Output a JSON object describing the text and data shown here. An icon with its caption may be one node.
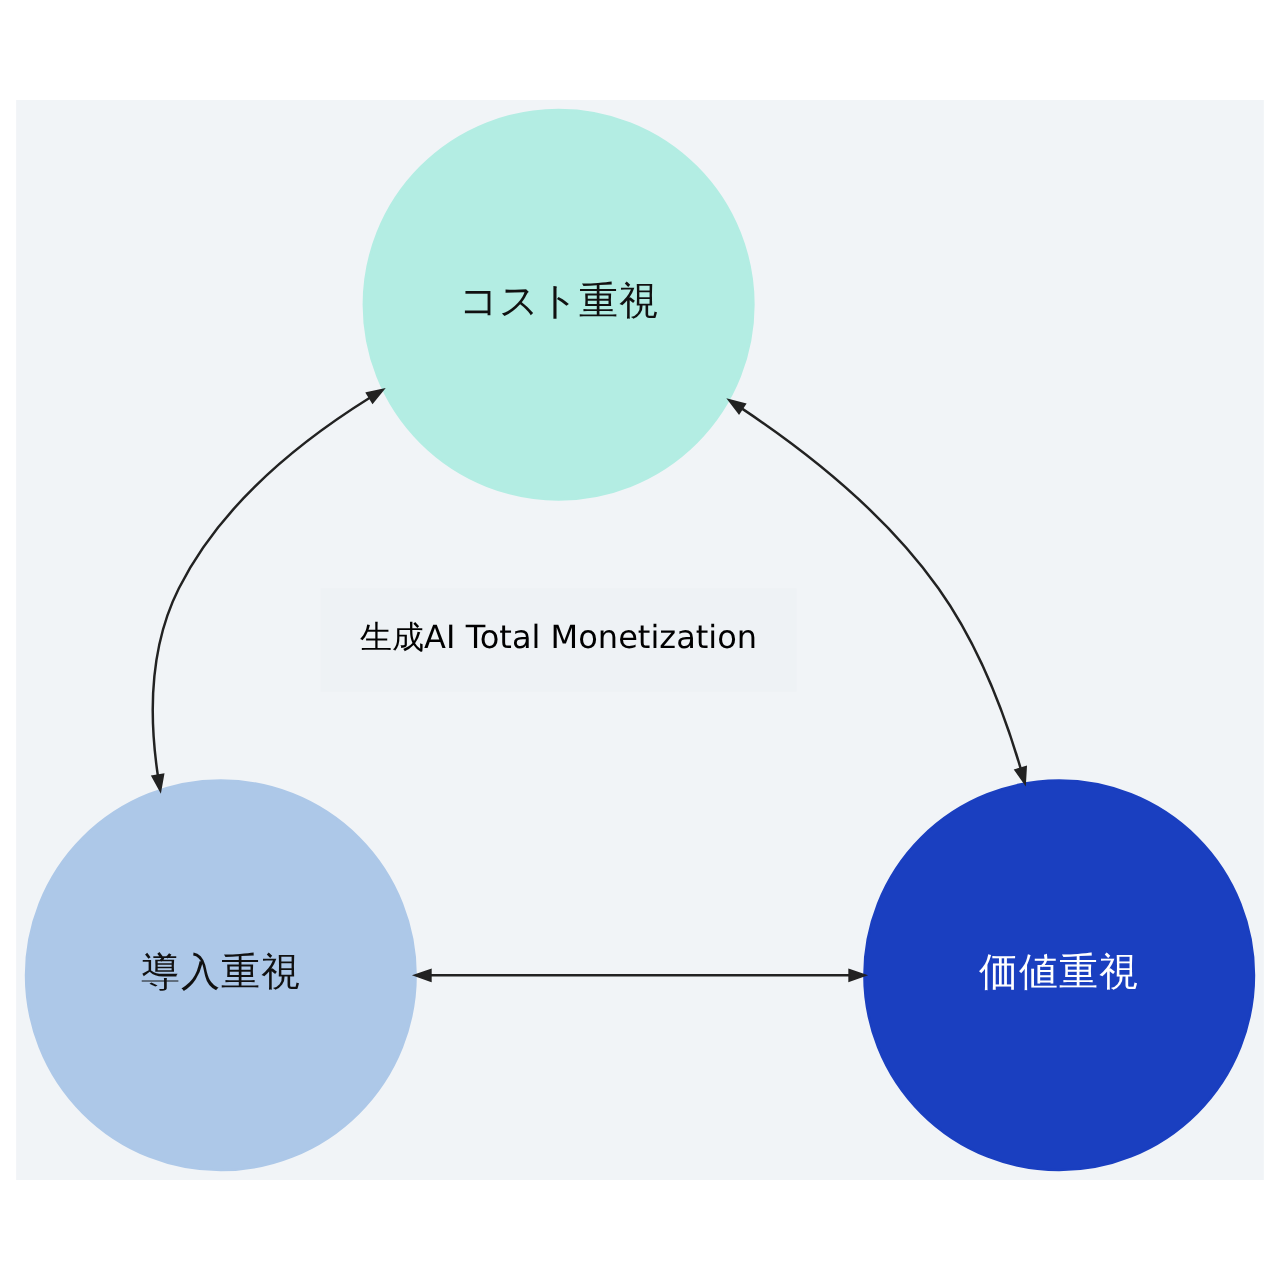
{
  "diagram": {
    "nodes": [
      {
        "text": [
          "コスト重視"
        ]
      },
      {
        "text": [
          "導入重視"
        ]
      },
      {
        "text": [
          "価値重視"
        ]
      }
    ],
    "edges": [
      {
        "from": 0,
        "to": 1,
        "arrow": "both"
      },
      {
        "from": 0,
        "to": 2,
        "arrow": "both"
      },
      {
        "from": 1,
        "to": 2,
        "arrow": "both"
      }
    ],
    "labels": [
      "生成AI Total Monetization"
    ]
  }
}
